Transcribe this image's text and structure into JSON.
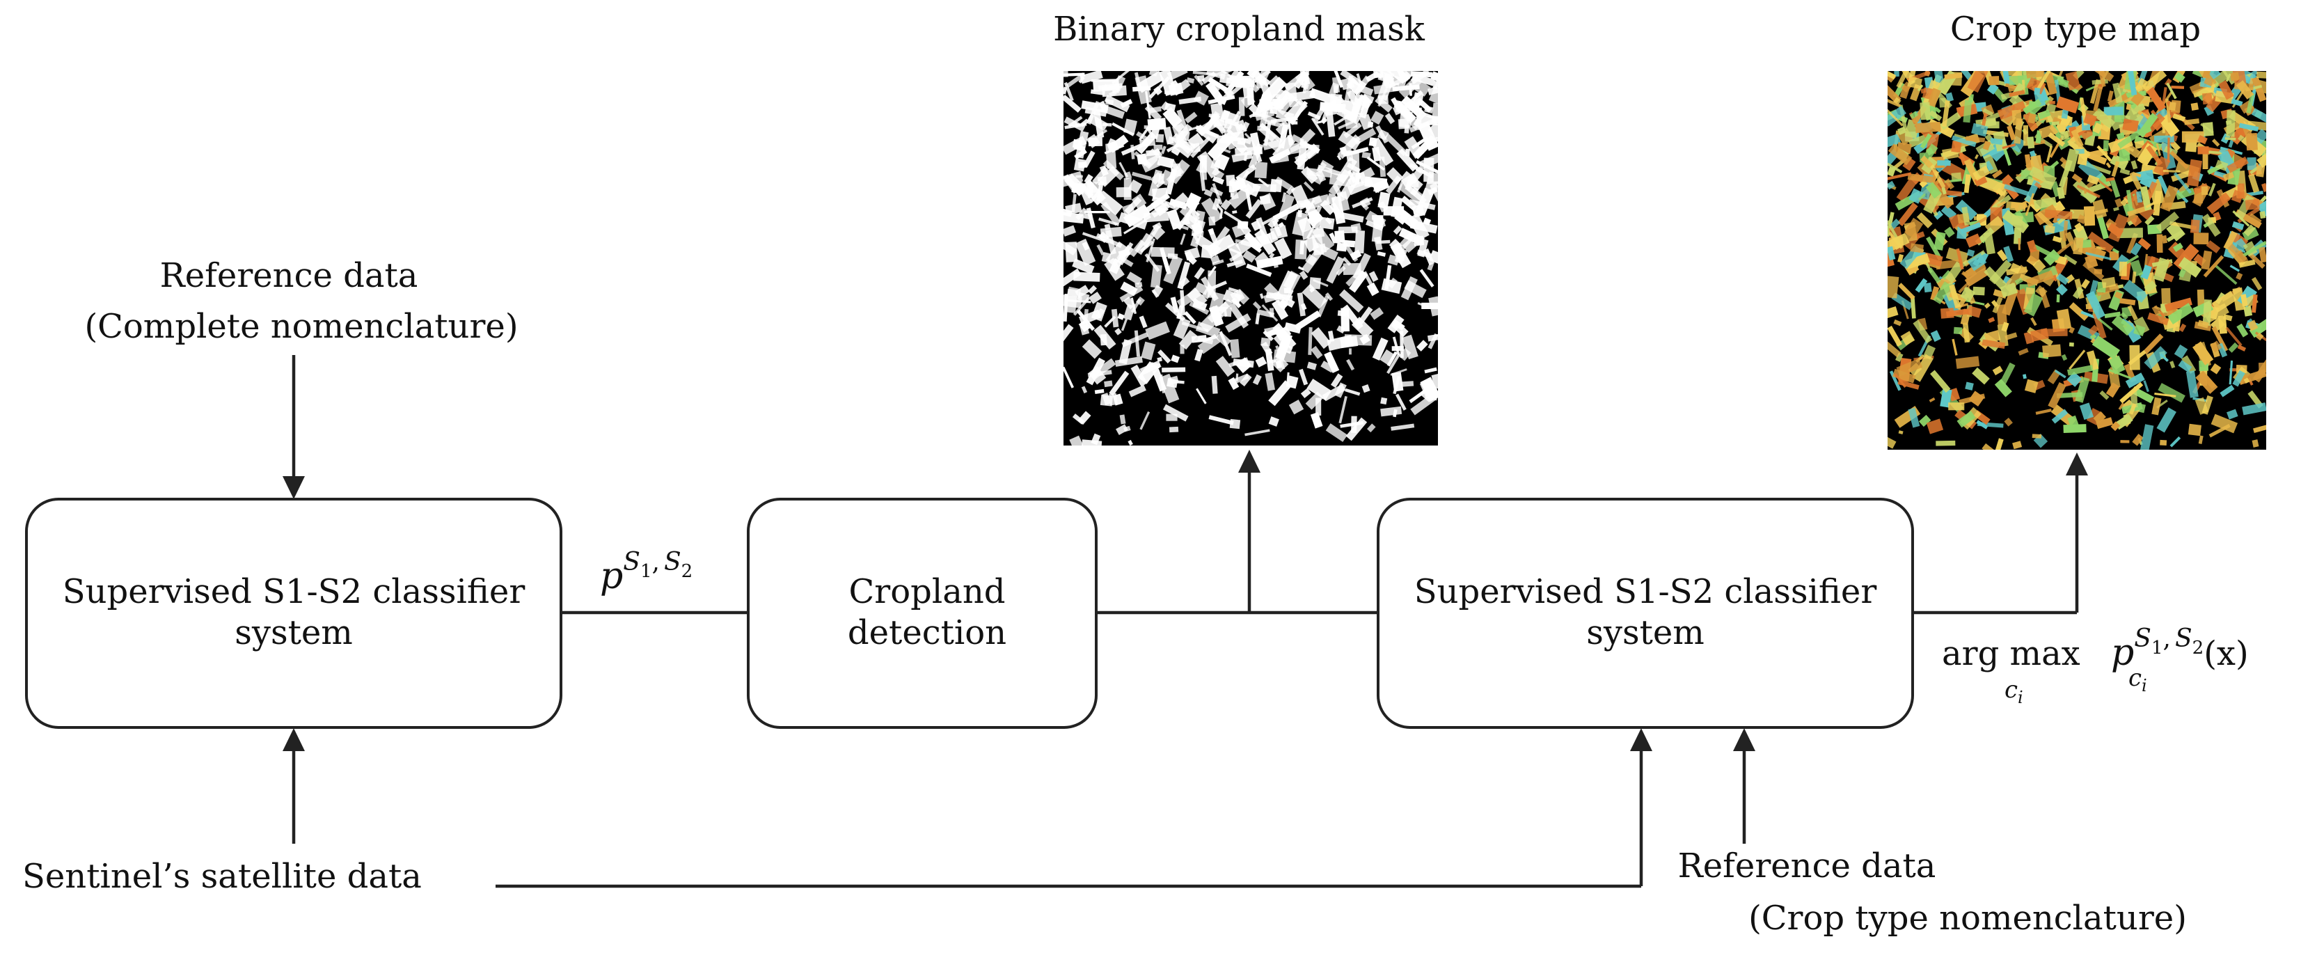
{
  "images": {
    "mask": {
      "title": "Binary cropland mask",
      "colors": [
        "#000000",
        "#ffffff"
      ]
    },
    "croptype": {
      "title": "Crop type map",
      "colors": [
        "#000000",
        "#f2d35a",
        "#e8b84a",
        "#d99a3a",
        "#c9d86a",
        "#e0782e",
        "#8fd66a",
        "#5fc8c8"
      ]
    }
  },
  "labels": {
    "ref_complete_line1": "Reference data",
    "ref_complete_line2": "(Complete nomenclature)",
    "ref_croptype_line1": "Reference data",
    "ref_croptype_line2": "(Crop type nomenclature)",
    "sentinel": "Sentinel’s satellite data"
  },
  "boxes": {
    "classifier1": {
      "line1": "Supervised S1-S2 classifier",
      "line2": "system"
    },
    "cropland": {
      "line1": "Cropland",
      "line2": "detection"
    },
    "classifier2": {
      "line1": "Supervised S1-S2 classifier",
      "line2": "system"
    }
  },
  "math": {
    "prob": {
      "base": "p",
      "sup": "S",
      "sub1": "1",
      "comma": ",",
      "sub2": "2"
    },
    "argmax": {
      "op": "arg max",
      "under": "c",
      "under_sub": "i",
      "p": "p",
      "p_sub": "c",
      "p_sub_sub": "i",
      "paren": "(x)"
    }
  }
}
